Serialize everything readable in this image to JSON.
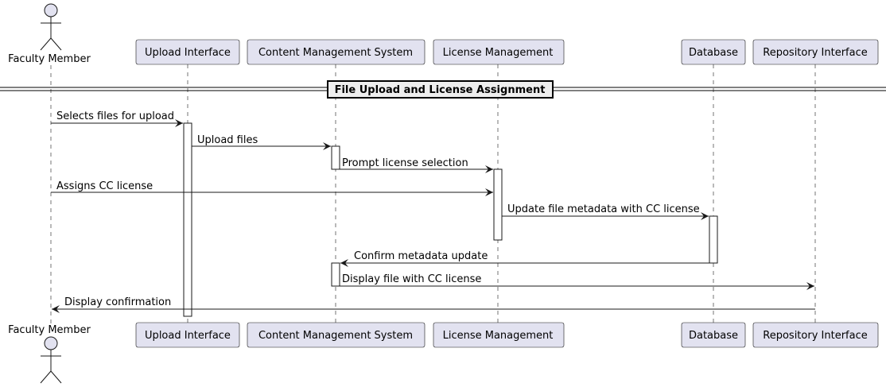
{
  "participants": {
    "faculty": "Faculty Member",
    "upload": "Upload Interface",
    "cms": "Content Management System",
    "license": "License Management",
    "database": "Database",
    "repository": "Repository Interface"
  },
  "divider": {
    "title": "File Upload and License Assignment"
  },
  "messages": [
    {
      "from": "faculty",
      "to": "upload",
      "text": "Selects files for upload"
    },
    {
      "from": "upload",
      "to": "cms",
      "text": "Upload files"
    },
    {
      "from": "cms",
      "to": "license",
      "text": "Prompt license selection"
    },
    {
      "from": "faculty",
      "to": "license",
      "text": "Assigns CC license"
    },
    {
      "from": "license",
      "to": "database",
      "text": "Update file metadata with CC license"
    },
    {
      "from": "database",
      "to": "cms",
      "text": "Confirm metadata update"
    },
    {
      "from": "cms",
      "to": "repository",
      "text": "Display file with CC license"
    },
    {
      "from": "repository",
      "to": "faculty",
      "text": "Display confirmation"
    }
  ],
  "colors": {
    "participant_fill": "#E2E2F0",
    "line": "#181818",
    "divider_fill": "#EEEEEE"
  }
}
